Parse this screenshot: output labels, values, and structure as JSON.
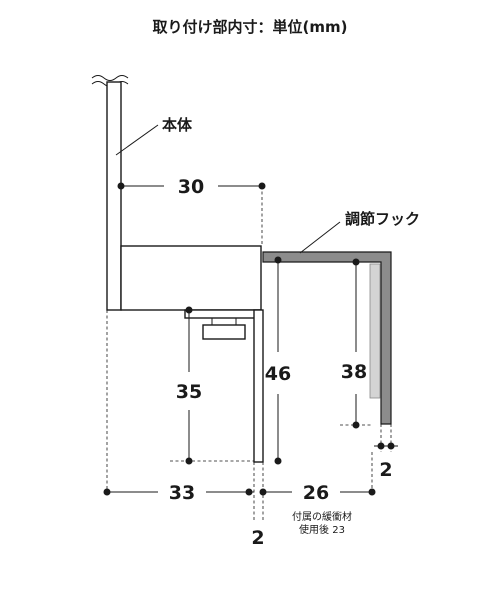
{
  "title": "取り付け部内寸：単位(mm)",
  "labels": {
    "body": "本体",
    "hook": "調節フック",
    "note_line1": "付属の緩衝材",
    "note_line2": "使用後 23"
  },
  "dimensions": {
    "d30": "30",
    "d46": "46",
    "d38": "38",
    "d35": "35",
    "d33": "33",
    "d26": "26",
    "d2_right": "2",
    "d2_bottom": "2"
  },
  "colors": {
    "line": "#1a1a1a",
    "hook_fill": "#8c8c8c",
    "cushion_fill": "#d4d4d4"
  }
}
